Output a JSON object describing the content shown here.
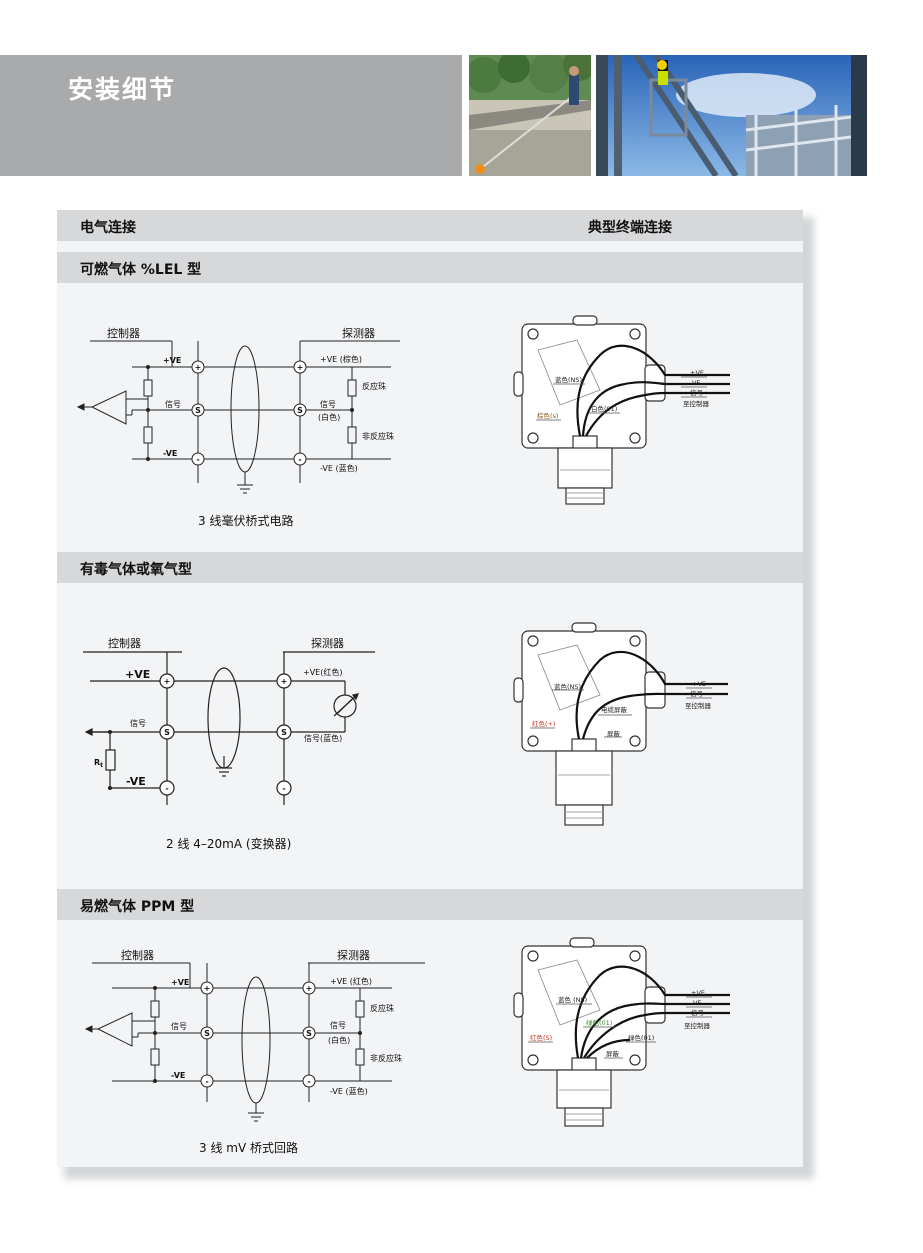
{
  "page_title": "安装细节",
  "header": {
    "left": "电气连接",
    "right": "典型终端连接"
  },
  "sections": [
    {
      "title": "可燃气体 %LEL 型",
      "controller": "控制器",
      "detector": "探测器",
      "plus": "+VE",
      "signal": "信号",
      "minus": "-VE",
      "det_plus": "+VE (棕色)",
      "det_signal": "信号",
      "det_signal2": "(白色)",
      "det_minus": "-VE (蓝色)",
      "bead_active": "反应珠",
      "bead_passive": "非反应珠",
      "caption": "3 线毫伏桥式电路",
      "box": {
        "wire_blue": "蓝色(NS)",
        "wire_brown": "棕色(s)",
        "wire_white": "白色(01)",
        "term_plus": "+VE",
        "term_minus": "-VE",
        "term_signal": "信号",
        "to_controller": "至控制器"
      }
    },
    {
      "title": "有毒气体或氧气型",
      "controller": "控制器",
      "detector": "探测器",
      "plus": "+VE",
      "signal": "信号",
      "minus": "-VE",
      "det_plus": "+VE(红色)",
      "det_signal": "信号(蓝色)",
      "rt_main": "R",
      "rt_sub": "t",
      "caption": "2 线 4–20mA (变换器)",
      "box": {
        "wire_blue": "蓝色(NS)",
        "wire_red": "红色(+)",
        "cable_shield": "电缆屏蔽",
        "shield": "屏蔽",
        "term_plus": "+VE",
        "term_signal": "信号",
        "to_controller": "至控制器"
      }
    },
    {
      "title": "易燃气体 PPM 型",
      "controller": "控制器",
      "detector": "探测器",
      "plus": "+VE",
      "signal": "信号",
      "minus": "-VE",
      "det_plus": "+VE (红色)",
      "det_signal": "信号",
      "det_signal2": "(白色)",
      "det_minus": "-VE (蓝色)",
      "bead_active": "反应珠",
      "bead_passive": "非反应珠",
      "caption": "3 线 mV 桥式回路",
      "box": {
        "wire_blue": "蓝色 (NS)",
        "wire_green1": "绿色(01)",
        "wire_red": "红色(S)",
        "wire_green2": "绿色(01)",
        "shield": "屏蔽",
        "term_plus": "+VE",
        "term_minus": "-VE",
        "term_signal": "信号",
        "to_controller": "至控制器"
      }
    }
  ],
  "terminal_symbols": {
    "plus": "+",
    "signal": "S",
    "minus": "-"
  },
  "colors": {
    "band": "#a9aaac",
    "bar": "#d7d8da",
    "panel": "#f3f4f6",
    "wire_red": "#c0392b",
    "wire_blue": "#1f3f8f",
    "wire_brown": "#8a5a1c",
    "wire_green": "#3a8a2a"
  }
}
